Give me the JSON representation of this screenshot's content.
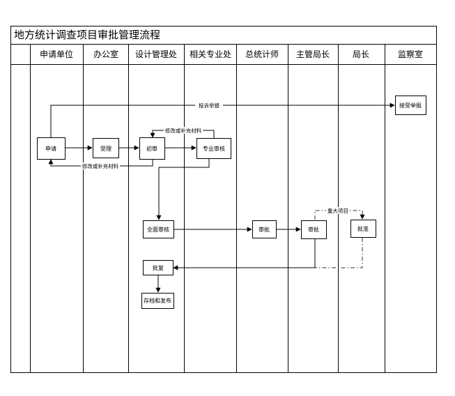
{
  "title": "地方统计调查项目审批管理流程",
  "lanes": [
    "申请单位",
    "办公室",
    "设计管理处",
    "相关专业处",
    "总统计师",
    "主管局长",
    "局长",
    "监察室"
  ],
  "nodes": {
    "apply": "申请",
    "accept": "受理",
    "first_review": "初审",
    "pro_review": "专业审核",
    "full_review": "全面审核",
    "cs_approve": "审批",
    "dg_approve": "审批",
    "director_approve": "批准",
    "reply": "批复",
    "archive": "存档和发布",
    "complaint": "接受举报"
  },
  "edge_labels": {
    "complaint": "投诉举报",
    "revise_top": "修改或补充材料",
    "revise_bottom": "修改或补充材料",
    "major": "重大项目"
  },
  "colors": {
    "line": "#000000",
    "box_fill": "#ffffff",
    "dashed": "#333333"
  }
}
